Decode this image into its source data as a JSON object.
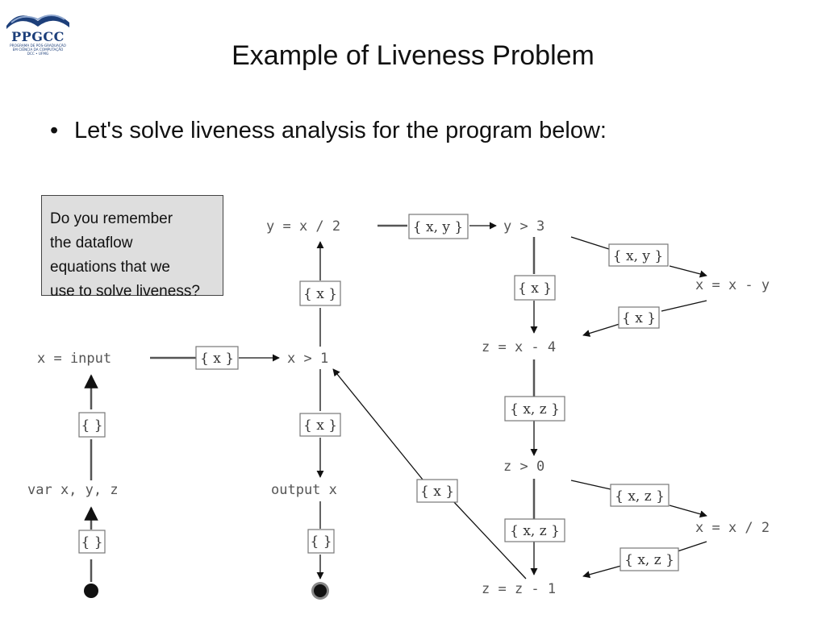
{
  "logo": {
    "text": "PPGCC",
    "sub_lines": [
      "PROGRAMA DE PÓS-GRADUAÇÃO",
      "EM CIÊNCIA DA COMPUTAÇÃO",
      "DCC • UFMG"
    ]
  },
  "title": "Example of Liveness Problem",
  "bullet": "Let's solve liveness analysis for the program below:",
  "callout_lines": [
    "Do you remember",
    "the dataflow",
    "equations that we",
    "use to solve liveness?"
  ],
  "statements": {
    "var_decl": "var x, y, z",
    "x_input": "x = input",
    "x_gt_1": "x > 1",
    "output_x": "output x",
    "y_x_div2": "y = x / 2",
    "y_gt_3": "y > 3",
    "x_x_minus_y": "x = x - y",
    "z_x_minus_4": "z = x - 4",
    "z_gt_0": "z > 0",
    "x_x_div2": "x = x / 2",
    "z_z_minus_1": "z = z - 1"
  },
  "sets": {
    "entry_to_var": "{ }",
    "var_to_input": "{ }",
    "input_to_gt1": "{ x }",
    "gt1_to_ydiv": "{ x }",
    "gt1_to_output": "{ x }",
    "output_to_exit": "{ }",
    "ydiv_to_ygt3": "{ x, y }",
    "ygt3_to_xminusy": "{ x, y }",
    "xminusy_to_zminus4": "{ x }",
    "ygt3_to_zminus4": "{ x }",
    "zminus4_to_zgt0": "{ x, z }",
    "zgt0_to_xdiv2": "{ x, z }",
    "xdiv2_to_zminus1": "{ x, z }",
    "zgt0_to_zminus1": "{ x, z }",
    "zminus1_to_gt1": "{ x }"
  }
}
